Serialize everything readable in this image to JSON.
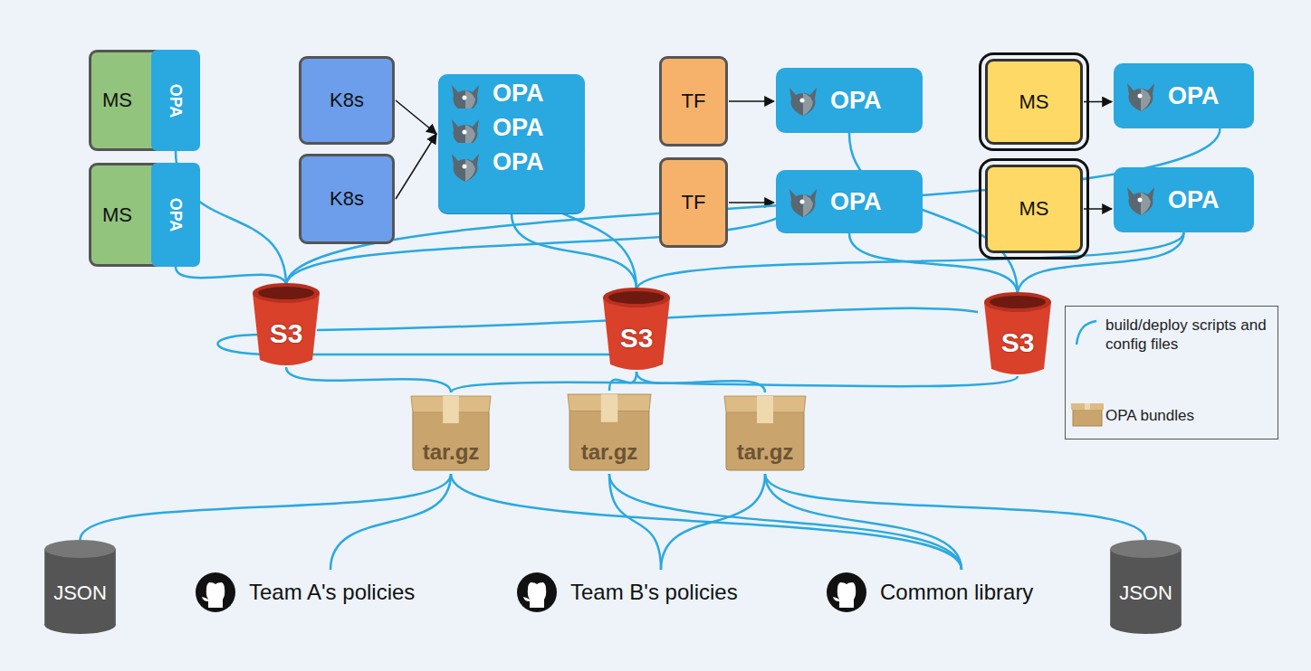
{
  "diagram": {
    "nodes": [
      {
        "text": [
          "MS"
        ]
      },
      {
        "text": [
          "OPA"
        ],
        "in": 0
      },
      {
        "text": [
          "MS"
        ]
      },
      {
        "text": [
          "OPA"
        ],
        "in": 2
      },
      {
        "text": [
          "K8s"
        ]
      },
      {
        "text": [
          "K8s"
        ]
      },
      {
        "text": [
          "OPA"
        ]
      },
      {
        "text": [
          "OPA"
        ]
      },
      {
        "text": [
          "OPA"
        ]
      },
      {
        "text": [
          "TF"
        ]
      },
      {
        "text": [
          "OPA"
        ]
      },
      {
        "text": [
          "TF"
        ]
      },
      {
        "text": [
          "OPA"
        ]
      },
      {
        "text": [
          "MS"
        ]
      },
      {
        "text": [
          "OPA"
        ]
      },
      {
        "text": [
          "MS"
        ]
      },
      {
        "text": [
          "OPA"
        ]
      },
      {
        "text": [
          "S3"
        ]
      },
      {
        "text": [
          "S3"
        ]
      },
      {
        "text": [
          "S3"
        ]
      },
      {
        "text": [
          "tar.gz"
        ]
      },
      {
        "text": [
          "tar.gz"
        ]
      },
      {
        "text": [
          "tar.gz"
        ]
      },
      {
        "text": [
          "JSON"
        ]
      },
      {
        "text": [
          "Team A's policies"
        ]
      },
      {
        "text": [
          "Team B's policies"
        ]
      },
      {
        "text": [
          "Common library"
        ]
      },
      {
        "text": [
          "JSON"
        ]
      }
    ],
    "edges": [
      {
        "from": 4,
        "to": 6,
        "arrow": "to"
      },
      {
        "from": 5,
        "to": 6,
        "arrow": "to"
      },
      {
        "from": 9,
        "to": 10,
        "arrow": "to"
      },
      {
        "from": 11,
        "to": 12,
        "arrow": "to"
      },
      {
        "from": 13,
        "to": 14,
        "arrow": "to"
      },
      {
        "from": 15,
        "to": 16,
        "arrow": "to"
      },
      {
        "from": 1,
        "to": 17,
        "arrow": "none"
      },
      {
        "from": 3,
        "to": 17,
        "arrow": "none"
      },
      {
        "from": 12,
        "to": 17,
        "arrow": "none"
      },
      {
        "from": 14,
        "to": 17,
        "arrow": "none"
      },
      {
        "from": 6,
        "to": 18,
        "arrow": "none"
      },
      {
        "from": 8,
        "to": 18,
        "arrow": "none"
      },
      {
        "from": 16,
        "to": 18,
        "arrow": "none"
      },
      {
        "from": 10,
        "to": 19,
        "arrow": "none"
      },
      {
        "from": 12,
        "to": 19,
        "arrow": "none"
      },
      {
        "from": 16,
        "to": 19,
        "arrow": "none"
      },
      {
        "from": 17,
        "to": 20,
        "arrow": "none"
      },
      {
        "from": 18,
        "to": 21,
        "arrow": "none"
      },
      {
        "from": 18,
        "to": 22,
        "arrow": "none"
      },
      {
        "from": 19,
        "to": 20,
        "arrow": "none"
      },
      {
        "from": 20,
        "to": 23,
        "arrow": "none"
      },
      {
        "from": 20,
        "to": 24,
        "arrow": "none"
      },
      {
        "from": 20,
        "to": 26,
        "arrow": "none"
      },
      {
        "from": 21,
        "to": 25,
        "arrow": "none"
      },
      {
        "from": 21,
        "to": 26,
        "arrow": "none"
      },
      {
        "from": 22,
        "to": 25,
        "arrow": "none"
      },
      {
        "from": 22,
        "to": 26,
        "arrow": "none"
      },
      {
        "from": 22,
        "to": 27,
        "arrow": "none"
      }
    ],
    "legend": [
      {
        "text": "build/deploy scripts and config files"
      },
      {
        "text": "OPA bundles"
      }
    ]
  }
}
